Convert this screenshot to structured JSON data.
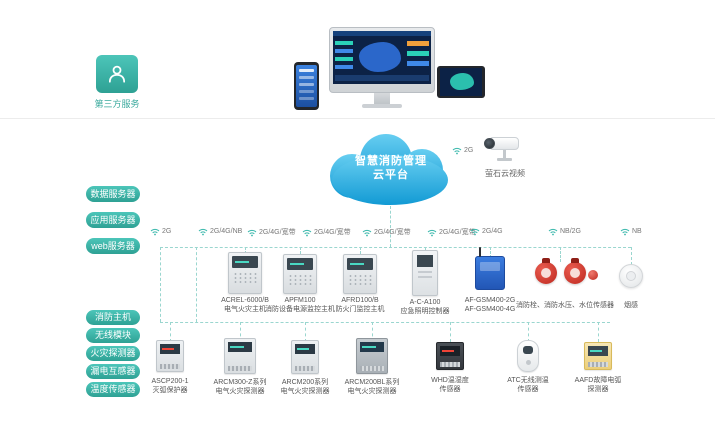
{
  "colors": {
    "accent_teal": "#3db9ad",
    "dashed_line_teal": "#9ad6cf",
    "cloud_blue_top": "#67cef1",
    "cloud_blue_bottom": "#129ad4",
    "alarm_red": "#d6392e",
    "module_blue": "#2a6fd4"
  },
  "third_party": {
    "label": "第三方服务"
  },
  "cloud": {
    "line1": "智慧消防管理",
    "line2": "云平台"
  },
  "camera": {
    "signal": "2G",
    "label": "萤石云视频"
  },
  "servers": [
    "数据服务器",
    "应用服务器",
    "web服务器"
  ],
  "categories": [
    "消防主机",
    "无线模块",
    "火灾探测器",
    "漏电互感器",
    "温度传感器"
  ],
  "links": [
    "2G",
    "2G/4G/NB",
    "2G/4G/宽带",
    "2G/4G/宽带",
    "2G/4G/宽带",
    "2G/4G/宽带",
    "2G/4G",
    "NB/2G",
    "NB"
  ],
  "row1": [
    {
      "model": "ACREL-6000/B",
      "desc": "电气火灾主机"
    },
    {
      "model": "APFM100",
      "desc": "消防设备电源监控主机"
    },
    {
      "model": "AFRD100/B",
      "desc": "防火门监控主机"
    },
    {
      "model": "A-C-A100",
      "desc": "应急照明控制器"
    },
    {
      "model": "AF-GSM400-2G",
      "desc": "AF-GSM400-4G"
    },
    {
      "model": "",
      "desc": "消防栓、消防水压、水位传感器"
    },
    {
      "model": "",
      "desc": "烟感"
    }
  ],
  "row2": [
    {
      "model": "ASCP200-1",
      "desc": "灭弧保护器"
    },
    {
      "model": "ARCM300-Z系列",
      "desc": "电气火灾探测器"
    },
    {
      "model": "ARCM200系列",
      "desc": "电气火灾探测器"
    },
    {
      "model": "ARCM200BL系列",
      "desc": "电气火灾探测器"
    },
    {
      "model": "WHD温湿度",
      "desc": "传感器"
    },
    {
      "model": "ATC无线测温",
      "desc": "传感器"
    },
    {
      "model": "AAFD故障电弧",
      "desc": "探测器"
    }
  ]
}
